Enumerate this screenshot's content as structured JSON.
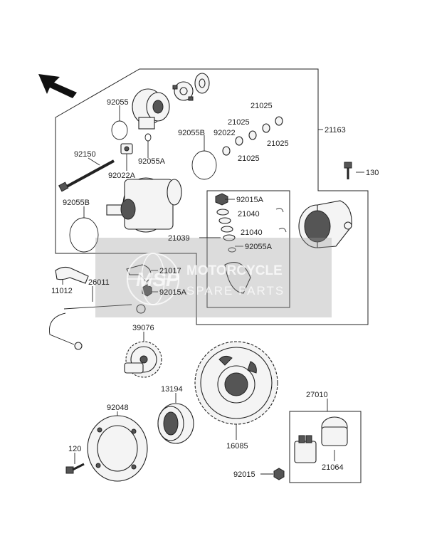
{
  "labels": {
    "l92055": "92055",
    "l92150": "92150",
    "l92022A": "92022A",
    "l92055A_top": "92055A",
    "l92055B_top": "92055B",
    "l92022": "92022",
    "l21025_a": "21025",
    "l21025_b": "21025",
    "l21025_c": "21025",
    "l21025_d": "21025",
    "l21163": "21163",
    "l130": "130",
    "l92055B_left": "92055B",
    "l92015A_box": "92015A",
    "l21040_a": "21040",
    "l21039": "21039",
    "l21040_b": "21040",
    "l92055A_box": "92055A",
    "l21017": "21017",
    "l92015A_mid": "92015A",
    "l11012": "11012",
    "l26011": "26011",
    "l39076": "39076",
    "l13194": "13194",
    "l92048": "92048",
    "l16085": "16085",
    "l27010": "27010",
    "l21064": "21064",
    "l120": "120",
    "l92015": "92015"
  },
  "watermark": {
    "logo": "MSP",
    "line1": "MOTORCYCLE",
    "line2": "SPARE PARTS"
  },
  "icons": {
    "direction_arrow": "arrow-up-left-icon"
  }
}
